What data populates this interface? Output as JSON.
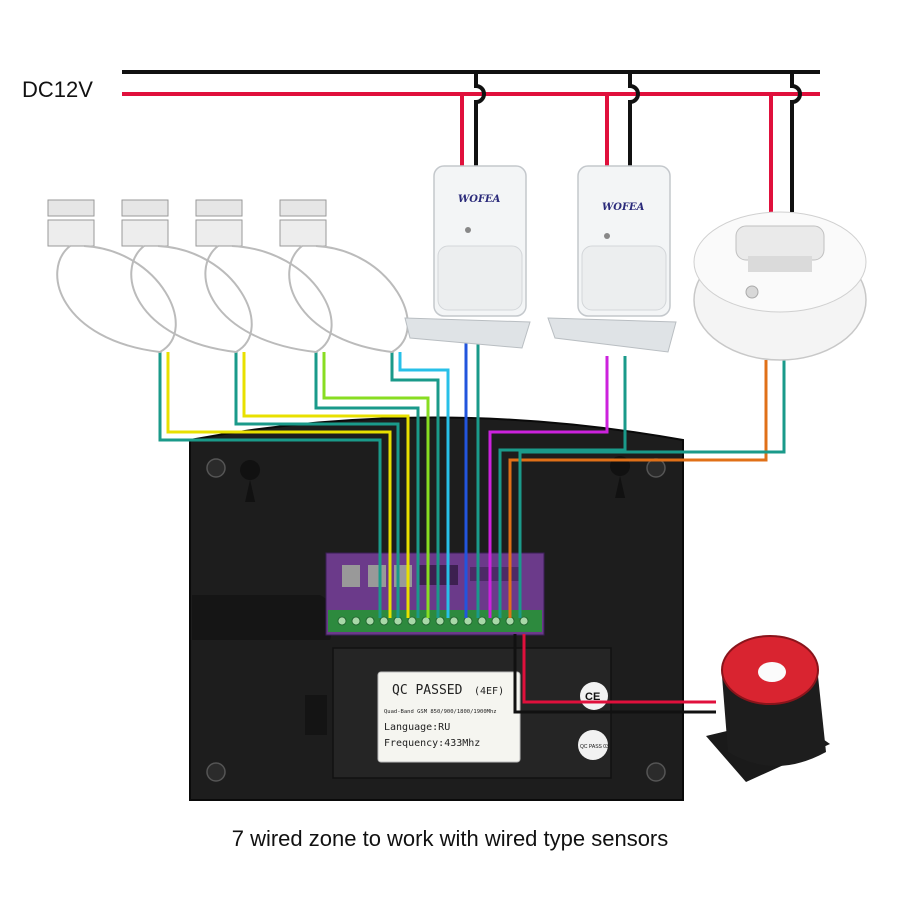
{
  "power": {
    "label": "DC12V"
  },
  "pir": {
    "brand": "WOFEA"
  },
  "label_plate": {
    "title": "QC PASSED",
    "code": "(4EF)",
    "bands": "Quad-Band GSM 850/900/1800/1900Mhz",
    "language": "Language:RU",
    "frequency": "Frequency:433Mhz"
  },
  "marks": {
    "ce": "CE",
    "qc_sticker": "QC PASS 03"
  },
  "caption": "7 wired zone to work with wired type sensors",
  "colors": {
    "power_positive": "#e0103c",
    "power_negative": "#111111",
    "zone_yellow": "#e8e000",
    "zone_lime": "#88dd22",
    "zone_teal": "#1a9a8a",
    "zone_cyan": "#28c0e8",
    "zone_blue": "#2255dd",
    "zone_magenta": "#cc22dd",
    "zone_orange": "#e07018",
    "panel": "#1c1c1c"
  }
}
